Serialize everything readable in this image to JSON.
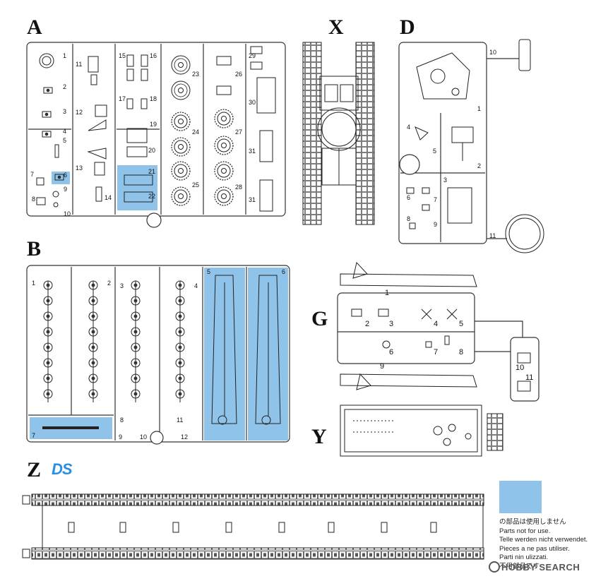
{
  "sprues": {
    "A": {
      "letter": "A",
      "parts": [
        "1",
        "2",
        "3",
        "4",
        "5",
        "6",
        "7",
        "8",
        "9",
        "10",
        "11",
        "12",
        "13",
        "14",
        "15",
        "16",
        "17",
        "18",
        "19",
        "20",
        "21",
        "22",
        "23",
        "24",
        "25",
        "26",
        "27",
        "28",
        "29",
        "30",
        "31",
        "31"
      ]
    },
    "X": {
      "letter": "X"
    },
    "D": {
      "letter": "D",
      "parts": [
        "1",
        "2",
        "3",
        "4",
        "5",
        "6",
        "7",
        "8",
        "9",
        "10",
        "11"
      ]
    },
    "B": {
      "letter": "B",
      "parts": [
        "1",
        "2",
        "3",
        "4",
        "5",
        "6",
        "7",
        "8",
        "9",
        "10",
        "11",
        "12"
      ]
    },
    "G": {
      "letter": "G",
      "parts": [
        "1",
        "2",
        "3",
        "4",
        "5",
        "6",
        "7",
        "8",
        "9",
        "10",
        "11"
      ]
    },
    "Y": {
      "letter": "Y"
    },
    "Z": {
      "letter": "Z"
    }
  },
  "logo": {
    "text": "DS"
  },
  "legend": {
    "color": "#8fc3ea",
    "lines": [
      "の部品は使用しません",
      "Parts not for use.",
      "Telle werden nicht verwendet.",
      "Pieces a ne pas utiliser.",
      "Parti nin ulizzati.",
      "不用部品です"
    ]
  },
  "watermark": {
    "text": "HOBBY SEARCH"
  }
}
